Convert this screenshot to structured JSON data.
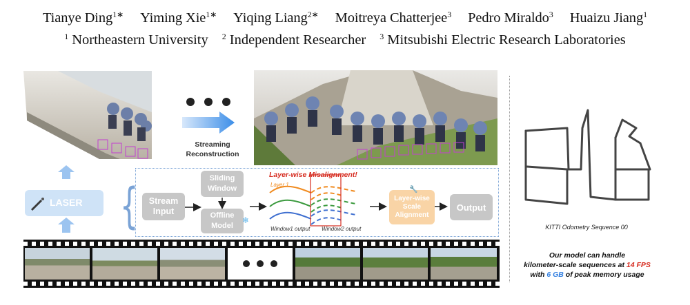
{
  "authors": [
    {
      "name": "Tianye Ding",
      "sup": "1∗"
    },
    {
      "name": "Yiming Xie",
      "sup": "1∗"
    },
    {
      "name": "Yiqing Liang",
      "sup": "2∗"
    },
    {
      "name": "Moitreya Chatterjee",
      "sup": "3"
    },
    {
      "name": "Pedro Miraldo",
      "sup": "3"
    },
    {
      "name": "Huaizu Jiang",
      "sup": "1"
    }
  ],
  "affiliations": [
    {
      "num": "1",
      "name": "Northeastern University"
    },
    {
      "num": "2",
      "name": "Independent Researcher"
    },
    {
      "num": "3",
      "name": "Mitsubishi Electric Research Laboratories"
    }
  ],
  "figure": {
    "streaming_label_line1": "Streaming",
    "streaming_label_line2": "Reconstruction",
    "laser_label": "LASER",
    "stream_input_line1": "Stream",
    "stream_input_line2": "Input",
    "sliding_window_line1": "Sliding",
    "sliding_window_line2": "Window",
    "offline_model_line1": "Offline",
    "offline_model_line2": "Model",
    "misalignment_title": "Layer-wise Misalignment!",
    "layer1_label": "Layer 1",
    "window1_label": "Window1 output",
    "window2_label": "Window2 output",
    "scale_align_line1": "Layer-wise",
    "scale_align_line2": "Scale",
    "scale_align_line3": "Alignment",
    "output_label": "Output",
    "kitti_label": "KITTI Odometry Sequence 00",
    "claim_line1": "Our model can handle",
    "claim_line2_pre": "kilometer-scale sequences at ",
    "claim_fps": "14 FPS",
    "claim_line3_pre": "with ",
    "claim_mem": "6 GB",
    "claim_line3_post": " of peak memory usage"
  },
  "colors": {
    "accent_red": "#d62b1f",
    "accent_blue": "#2f7de0",
    "box_gray": "#c7c7c7",
    "box_orange": "#f9d4a6",
    "laser_blue": "#cfe3f7"
  }
}
